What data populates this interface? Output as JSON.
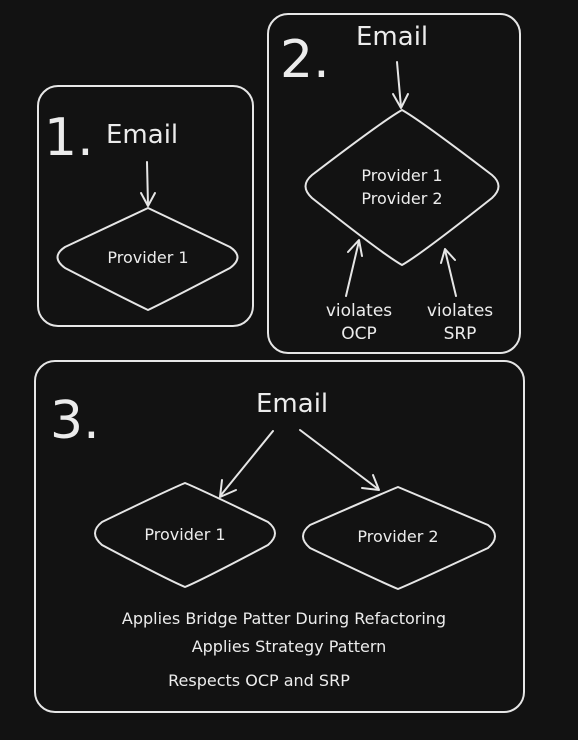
{
  "panel1": {
    "number": "1.",
    "title": "Email",
    "provider": "Provider 1"
  },
  "panel2": {
    "number": "2.",
    "title": "Email",
    "provider_line1": "Provider 1",
    "provider_line2": "Provider 2",
    "note_left_line1": "violates",
    "note_left_line2": "OCP",
    "note_right_line1": "violates",
    "note_right_line2": "SRP"
  },
  "panel3": {
    "number": "3.",
    "title": "Email",
    "provider_left": "Provider 1",
    "provider_right": "Provider 2",
    "caption_line1": "Applies Bridge Patter During Refactoring",
    "caption_line2": "Applies Strategy Pattern",
    "caption_line3": "Respects OCP and SRP"
  }
}
